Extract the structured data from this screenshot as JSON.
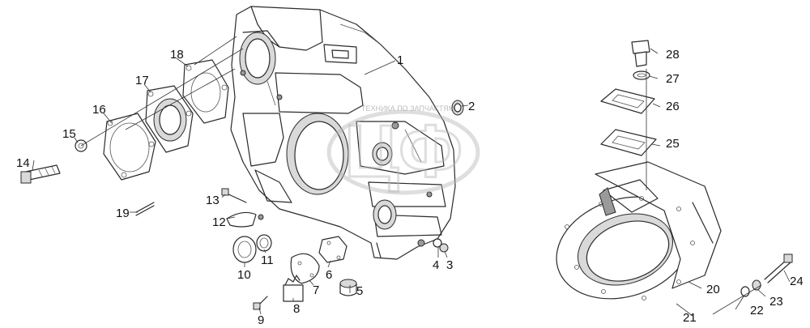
{
  "diagram": {
    "labels": [
      {
        "id": "1",
        "text": "1"
      },
      {
        "id": "2",
        "text": "2"
      },
      {
        "id": "3",
        "text": "3"
      },
      {
        "id": "4",
        "text": "4"
      },
      {
        "id": "5",
        "text": "5"
      },
      {
        "id": "6",
        "text": "6"
      },
      {
        "id": "7",
        "text": "7"
      },
      {
        "id": "8",
        "text": "8"
      },
      {
        "id": "9",
        "text": "9"
      },
      {
        "id": "10",
        "text": "10"
      },
      {
        "id": "11",
        "text": "11"
      },
      {
        "id": "12",
        "text": "12"
      },
      {
        "id": "13",
        "text": "13"
      },
      {
        "id": "14",
        "text": "14"
      },
      {
        "id": "15",
        "text": "15"
      },
      {
        "id": "16",
        "text": "16"
      },
      {
        "id": "17",
        "text": "17"
      },
      {
        "id": "18",
        "text": "18"
      },
      {
        "id": "19",
        "text": "19"
      },
      {
        "id": "20",
        "text": "20"
      },
      {
        "id": "21",
        "text": "21"
      },
      {
        "id": "22",
        "text": "22"
      },
      {
        "id": "23",
        "text": "23"
      },
      {
        "id": "24",
        "text": "24"
      },
      {
        "id": "25",
        "text": "25"
      },
      {
        "id": "26",
        "text": "26"
      },
      {
        "id": "27",
        "text": "27"
      },
      {
        "id": "28",
        "text": "28"
      }
    ],
    "watermark": {
      "text": "ТЕХНИКА ПО ЗАПЧАСТЯМ",
      "logo_letters": "ЦФ"
    }
  }
}
